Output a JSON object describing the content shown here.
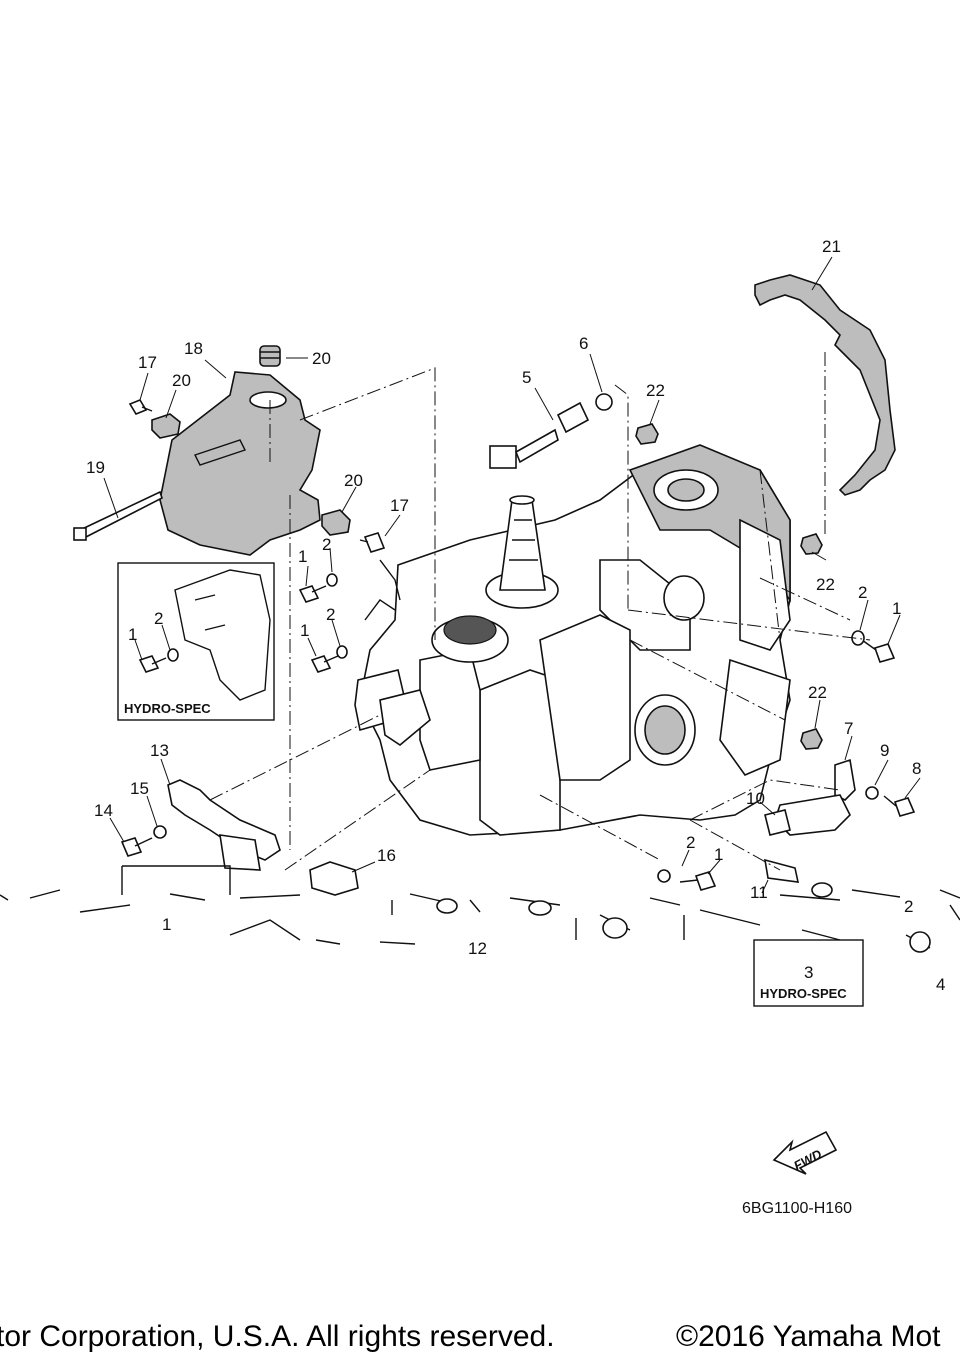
{
  "diagram": {
    "callouts": {
      "c1a": "1",
      "c1b": "1",
      "c1c": "1",
      "c1d": "1",
      "c1e": "1",
      "c1f": "1",
      "c2a": "2",
      "c2b": "2",
      "c2c": "2",
      "c2d": "2",
      "c2e": "2",
      "c2f": "2",
      "c3": "3",
      "c4": "4",
      "c5": "5",
      "c6": "6",
      "c7": "7",
      "c8": "8",
      "c9": "9",
      "c10": "10",
      "c11": "11",
      "c12": "12",
      "c13": "13",
      "c14": "14",
      "c15": "15",
      "c16": "16",
      "c17a": "17",
      "c17b": "17",
      "c18": "18",
      "c19": "19",
      "c20a": "20",
      "c20b": "20",
      "c20c": "20",
      "c21": "21",
      "c22a": "22",
      "c22b": "22",
      "c22c": "22"
    },
    "hydro_spec_label": "HYDRO-SPEC",
    "fwd_label": "FWD",
    "part_code": "6BG1100-H160"
  },
  "footer": {
    "copyright_left": "tor Corporation, U.S.A. All rights reserved.",
    "copyright_right": "©2016 Yamaha Mot"
  }
}
